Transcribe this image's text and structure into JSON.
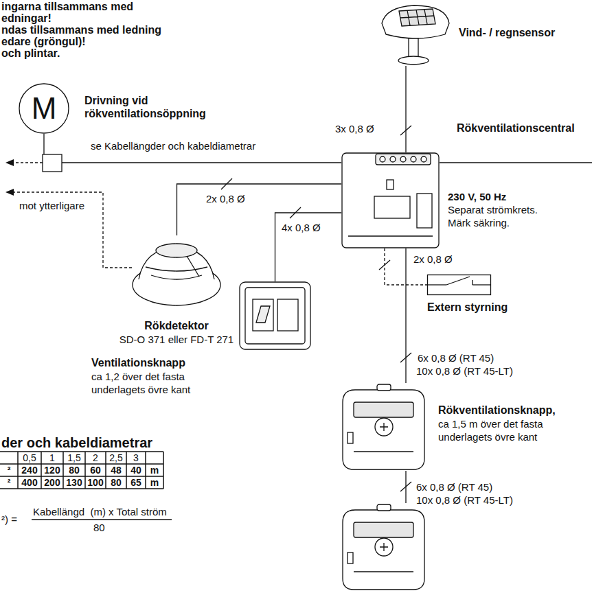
{
  "diagram": {
    "nodes": [
      {
        "text": [
          "Vind- / regnsensor"
        ]
      },
      {
        "text": [
          "M",
          "Drivning vid rökventilationsöppning"
        ]
      },
      {
        "text": [
          "Rökventilationscentral",
          "230 V, 50 Hz",
          "Separat strömkrets. Märk säkring."
        ]
      },
      {
        "text": [
          "Rökdetektor",
          "SD-O 371 eller FD-T 271"
        ]
      },
      {
        "text": [
          "Ventilationsknapp",
          "ca 1,2 över det fasta underlagets övre kant"
        ]
      },
      {
        "text": [
          "Extern styrning"
        ]
      },
      {
        "text": [
          "Rökventilationsknapp,",
          "ca 1,5 m över det fasta underlagets övre kant"
        ]
      }
    ],
    "edges": [
      {
        "from": 0,
        "to": 2,
        "arrow": "none",
        "label": "3x 0,8 Ø"
      },
      {
        "from": 2,
        "to": 1,
        "arrow": "none",
        "label": "se Kabellängder och kabeldiametrar"
      },
      {
        "from": 2,
        "to": 3,
        "arrow": "none",
        "label": "2x 0,8 Ø"
      },
      {
        "from": 2,
        "to": 4,
        "arrow": "none",
        "label": "4x 0,8 Ø"
      },
      {
        "from": 2,
        "to": 5,
        "arrow": "none",
        "label": "2x 0,8 Ø"
      },
      {
        "from": 2,
        "to": 6,
        "arrow": "none",
        "label": "6x 0,8 Ø (RT 45)"
      }
    ],
    "labels": [
      "ingarna tillsammans med",
      "edningar!",
      "ndas tillsammans med ledning",
      "edare (gröngul)!",
      "och plintar.",
      "mot ytterligare",
      "10x 0,8 Ø (RT 45-LT)",
      "6x 0,8 Ø (RT 45)",
      "10x 0,8 Ø (RT 45-LT)",
      "der och kabeldiametrar",
      "0,5",
      "1",
      "1,5",
      "2",
      "2,5",
      "3",
      "²",
      "240",
      "120",
      "80",
      "60",
      "48",
      "40",
      "m",
      "²",
      "400",
      "200",
      "130",
      "100",
      "80",
      "65",
      "m",
      "²) =",
      "Kabellängd  (m) x Total ström",
      "80"
    ]
  }
}
